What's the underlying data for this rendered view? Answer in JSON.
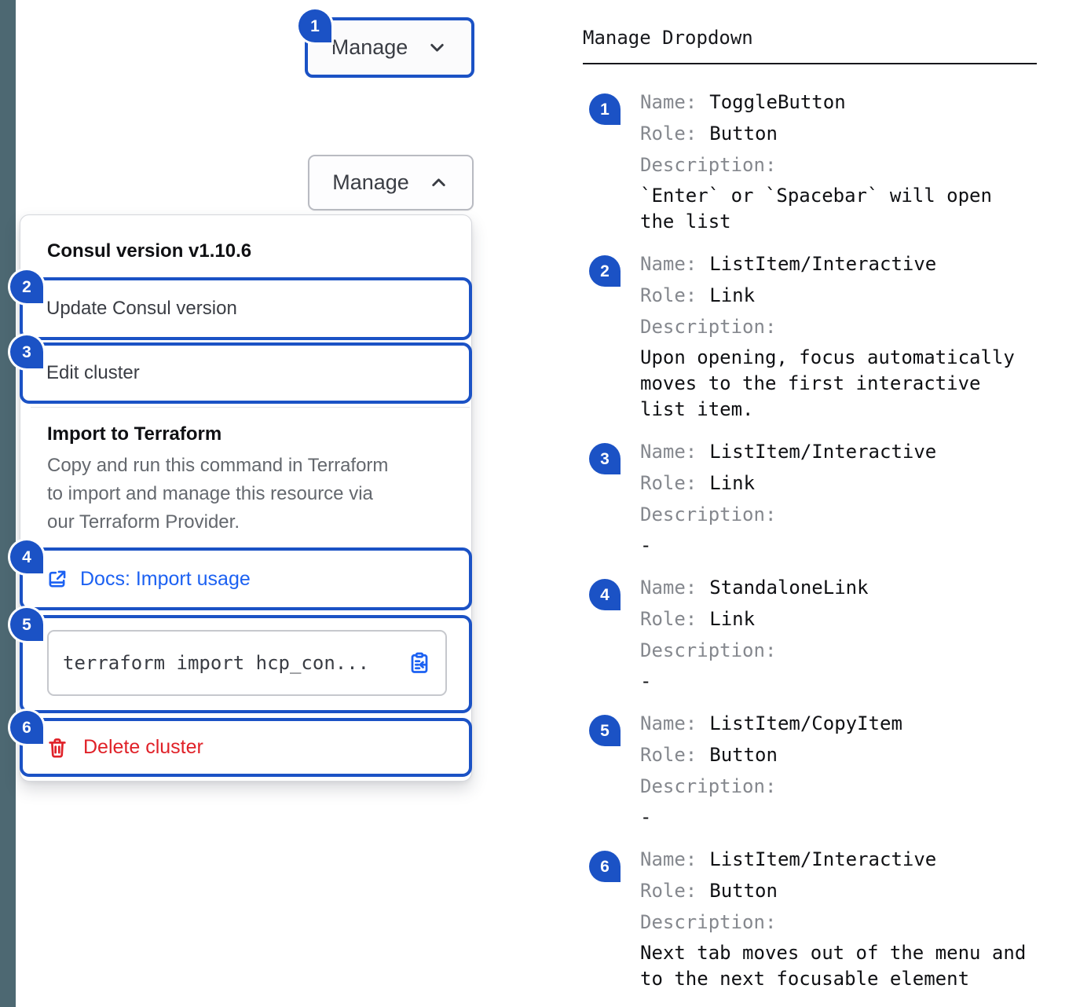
{
  "demo": {
    "toggle_collapsed": {
      "label": "Manage"
    },
    "toggle_expanded": {
      "label": "Manage"
    },
    "annotations": [
      "1",
      "2",
      "3",
      "4",
      "5",
      "6"
    ],
    "dropdown": {
      "version_header": "Consul version v1.10.6",
      "update_item": "Update Consul version",
      "edit_item": "Edit cluster",
      "import_title": "Import to Terraform",
      "import_description": "Copy and run this command in Terraform\nto import and manage this resource via\nour Terraform Provider.",
      "docs_link": "Docs: Import usage",
      "code_snippet": "terraform import hcp_con...",
      "delete_item": "Delete cluster"
    }
  },
  "spec": {
    "title": "Manage Dropdown",
    "labels": {
      "name": "Name:",
      "role": "Role:",
      "description": "Description:"
    },
    "items": [
      {
        "num": "1",
        "name": "ToggleButton",
        "role": "Button",
        "description": "`Enter` or `Spacebar` will open\nthe list"
      },
      {
        "num": "2",
        "name": "ListItem/Interactive",
        "role": "Link",
        "description": "Upon opening, focus automatically\nmoves to the first interactive\nlist item."
      },
      {
        "num": "3",
        "name": "ListItem/Interactive",
        "role": "Link",
        "description": "-"
      },
      {
        "num": "4",
        "name": "StandaloneLink",
        "role": "Link",
        "description": "-"
      },
      {
        "num": "5",
        "name": "ListItem/CopyItem",
        "role": "Button",
        "description": "-"
      },
      {
        "num": "6",
        "name": "ListItem/Interactive",
        "role": "Button",
        "description": "Next tab moves out of the menu and\nto the next focusable element"
      }
    ]
  },
  "icons": {
    "collapsed_button": "chevron-down",
    "expanded_button": "chevron-up",
    "docs_link": "external-link",
    "code_snippet": "clipboard-copy",
    "delete_item": "trash"
  },
  "colors": {
    "annotation_blue": "#1B52C5",
    "focus_ring_blue": "#1B52C5",
    "link_blue": "#1C61F2",
    "critical_red": "#E02128",
    "left_strip_slate": "#4D6872",
    "panel_border": "#D5D7DC",
    "muted_text": "#64686E",
    "label_gray": "#85888E",
    "menu_text": "#3A3D44",
    "heading_text": "#0F1013"
  }
}
